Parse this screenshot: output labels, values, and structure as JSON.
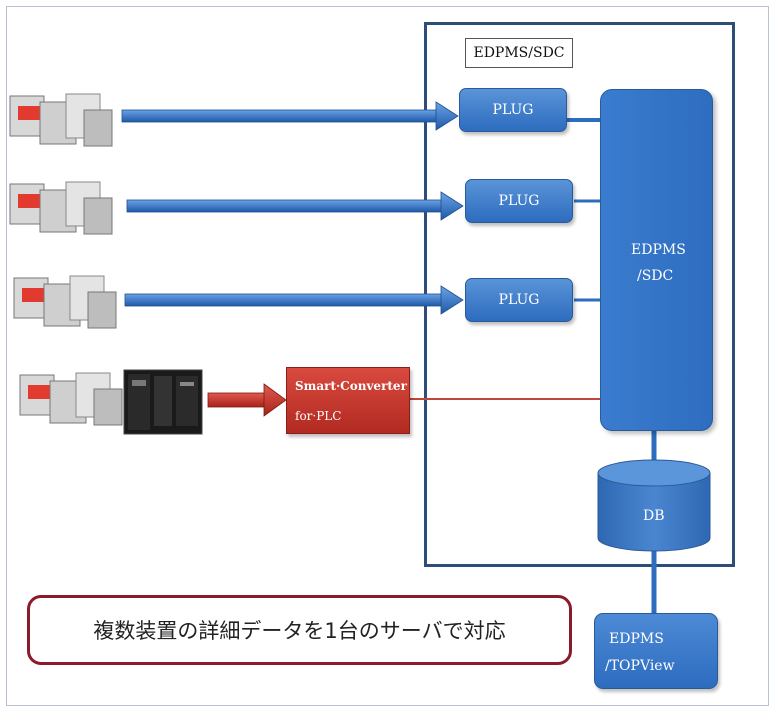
{
  "system_label": "EDPMS/SDC",
  "plugs": [
    "PLUG",
    "PLUG",
    "PLUG"
  ],
  "main_box": {
    "line1": "EDPMS",
    "line2": "/SDC"
  },
  "converter": {
    "line1": "Smart·Converter",
    "line2": "for·PLC"
  },
  "db_label": "DB",
  "topview": {
    "line1": "EDPMS",
    "line2": "/TOPView"
  },
  "caption": "複数装置の詳細データを1台のサーバで対応",
  "colors": {
    "blue": "#2d6cbf",
    "dark_blue": "#2e4e7a",
    "red": "#c0342c",
    "caption_border": "#8b1a2b"
  }
}
